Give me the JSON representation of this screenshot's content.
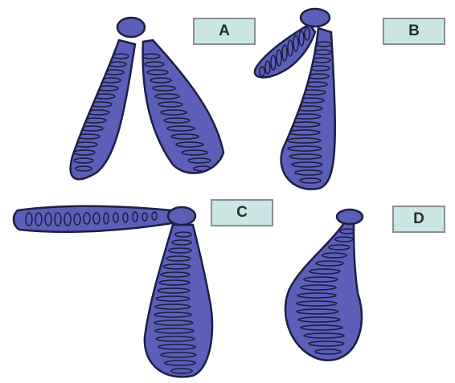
{
  "colors": {
    "chromatid_fill": "#5b5fb8",
    "chromatid_outline": "#1c1f45",
    "coil_line": "#1a1d3d",
    "centromere_fill": "#5b5fb8",
    "label_background": "#c9e6e4",
    "label_border": "#8a8f91"
  },
  "panels": [
    {
      "id": "A",
      "label": "A"
    },
    {
      "id": "B",
      "label": "B"
    },
    {
      "id": "C",
      "label": "C"
    },
    {
      "id": "D",
      "label": "D"
    }
  ]
}
